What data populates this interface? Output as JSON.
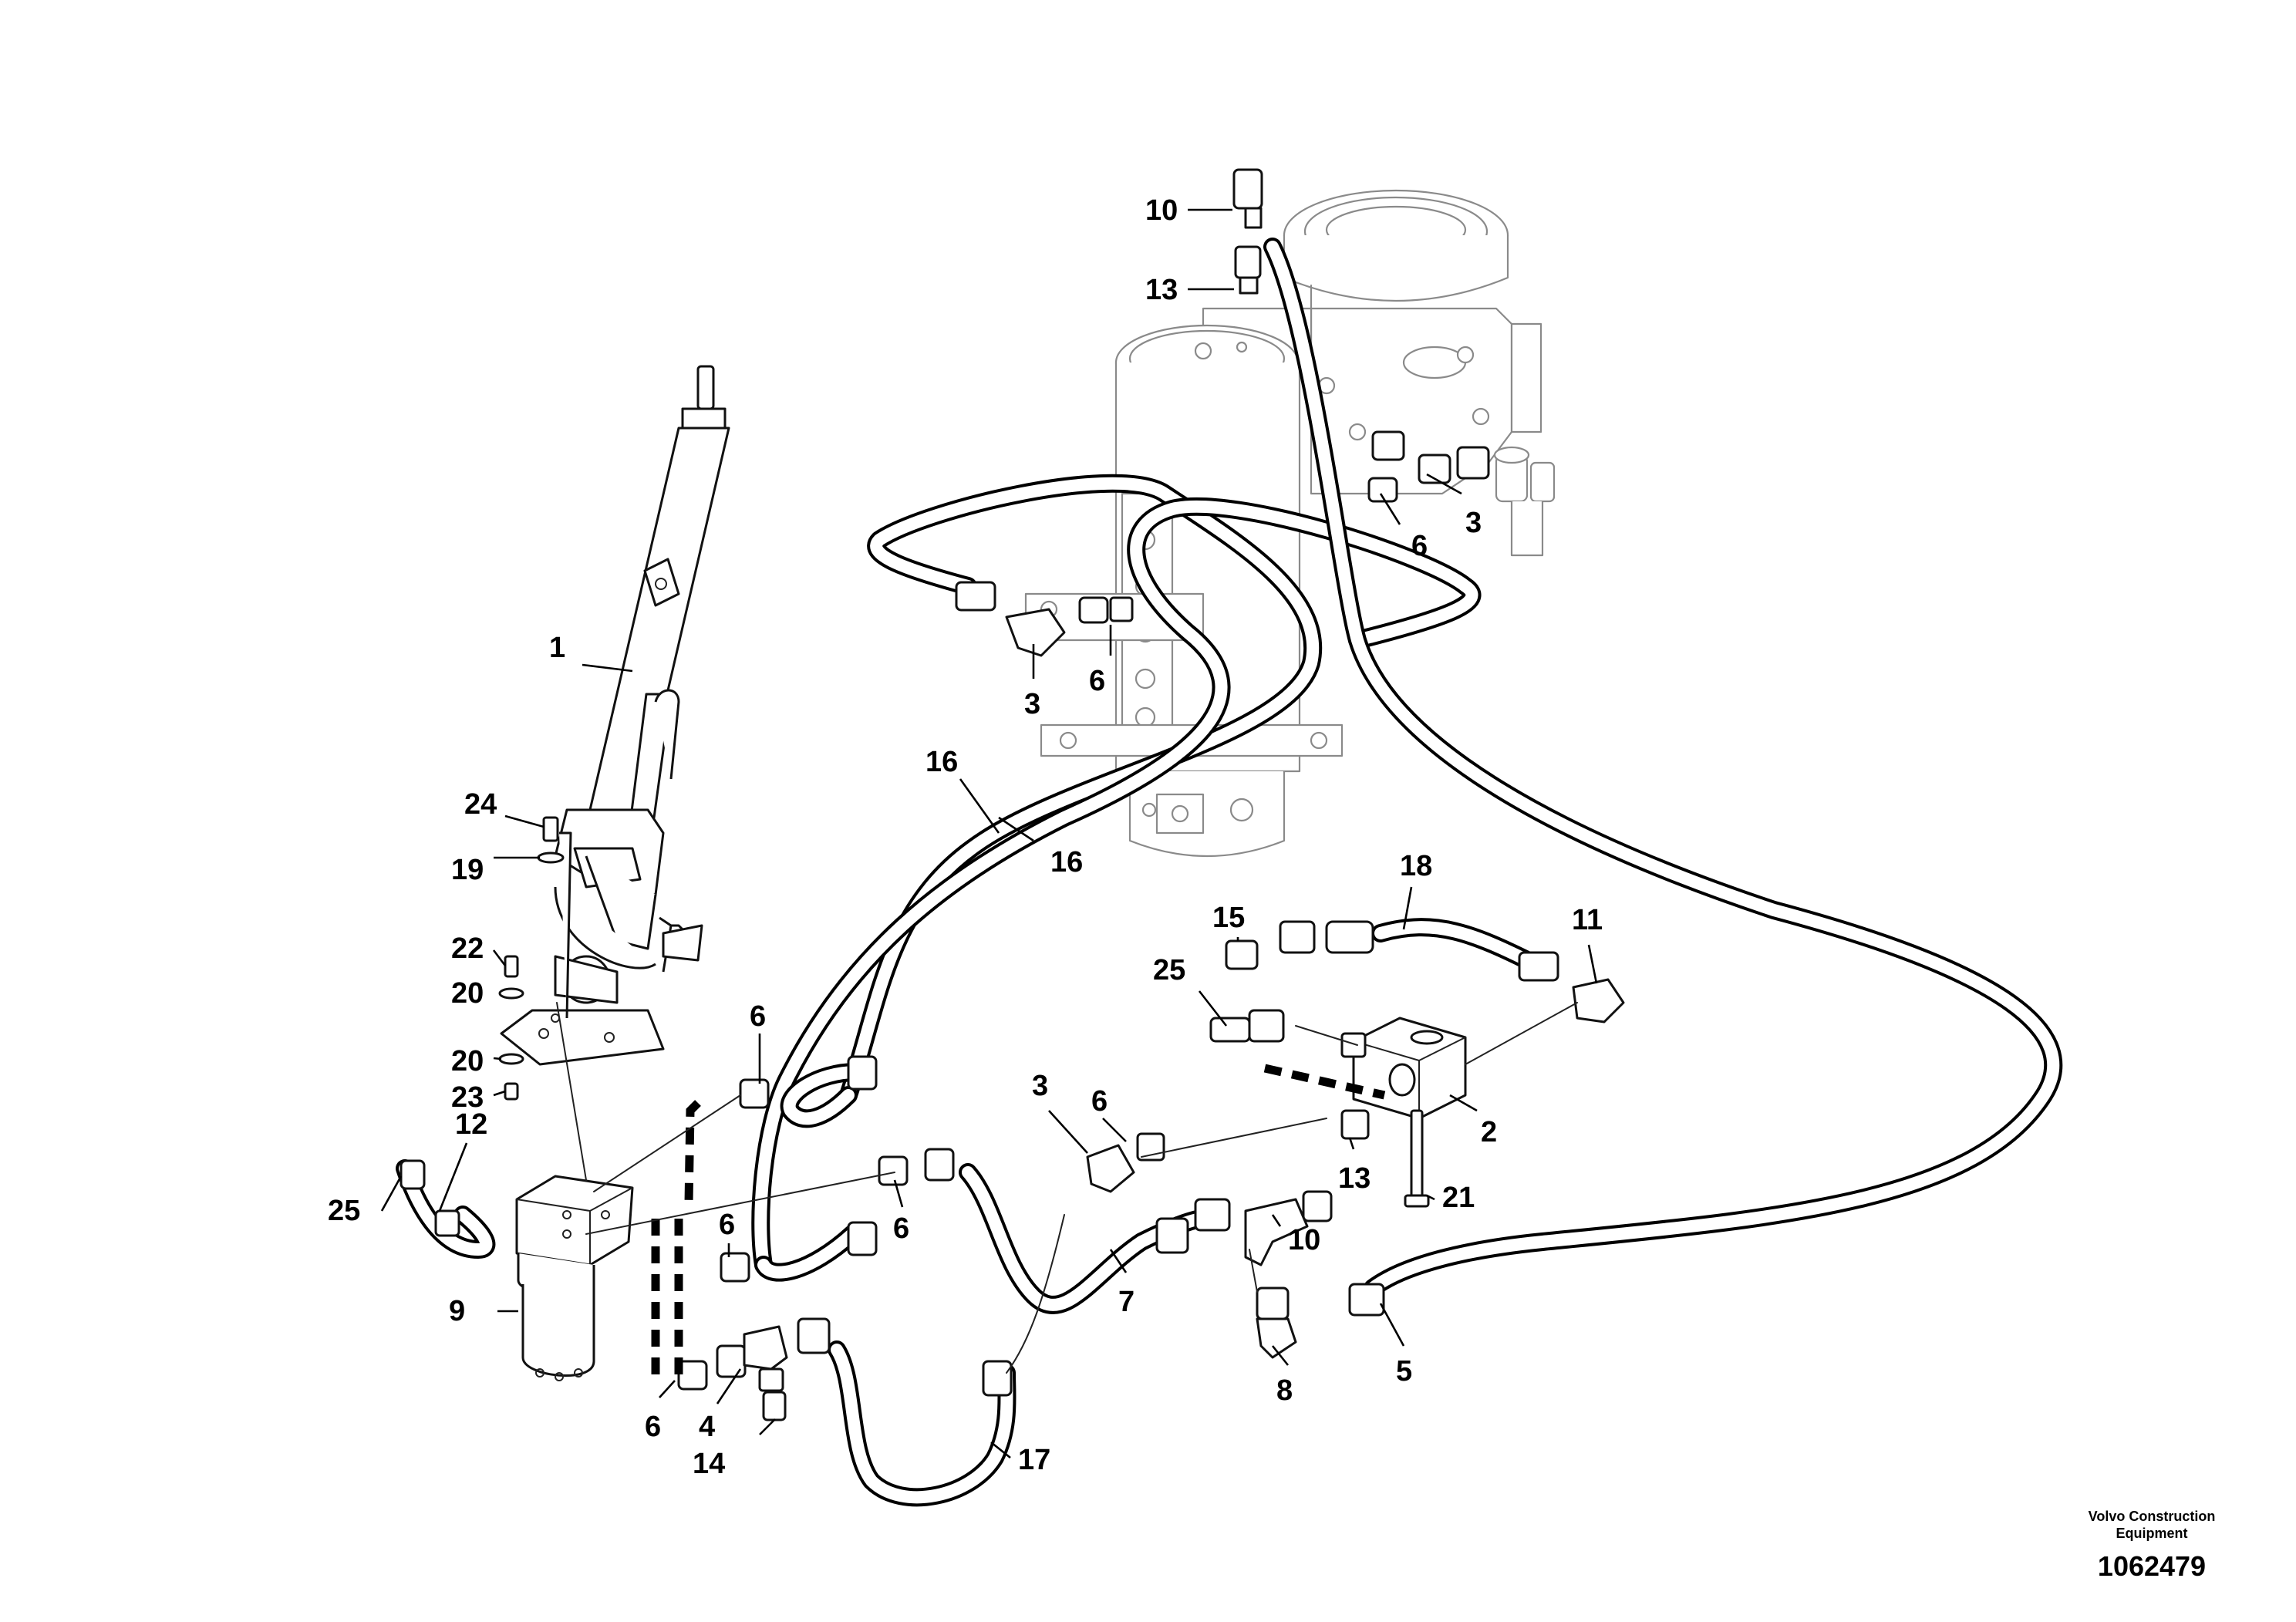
{
  "footer": {
    "manufacturer": "Volvo Construction Equipment",
    "document_number": "1062479"
  },
  "part_labels": {
    "l1": "1",
    "l2": "2",
    "l3a": "3",
    "l3b": "3",
    "l3c": "3",
    "l4": "4",
    "l5": "5",
    "l6a": "6",
    "l6b": "6",
    "l6c": "6",
    "l6d": "6",
    "l6e": "6",
    "l6f": "6",
    "l6g": "6",
    "l7": "7",
    "l8": "8",
    "l9": "9",
    "l10a": "10",
    "l10b": "10",
    "l11": "11",
    "l12": "12",
    "l13a": "13",
    "l13b": "13",
    "l14": "14",
    "l15": "15",
    "l16a": "16",
    "l16b": "16",
    "l17": "17",
    "l18": "18",
    "l19": "19",
    "l20a": "20",
    "l20b": "20",
    "l21": "21",
    "l22": "22",
    "l23": "23",
    "l24": "24",
    "l25a": "25",
    "l25b": "25"
  }
}
